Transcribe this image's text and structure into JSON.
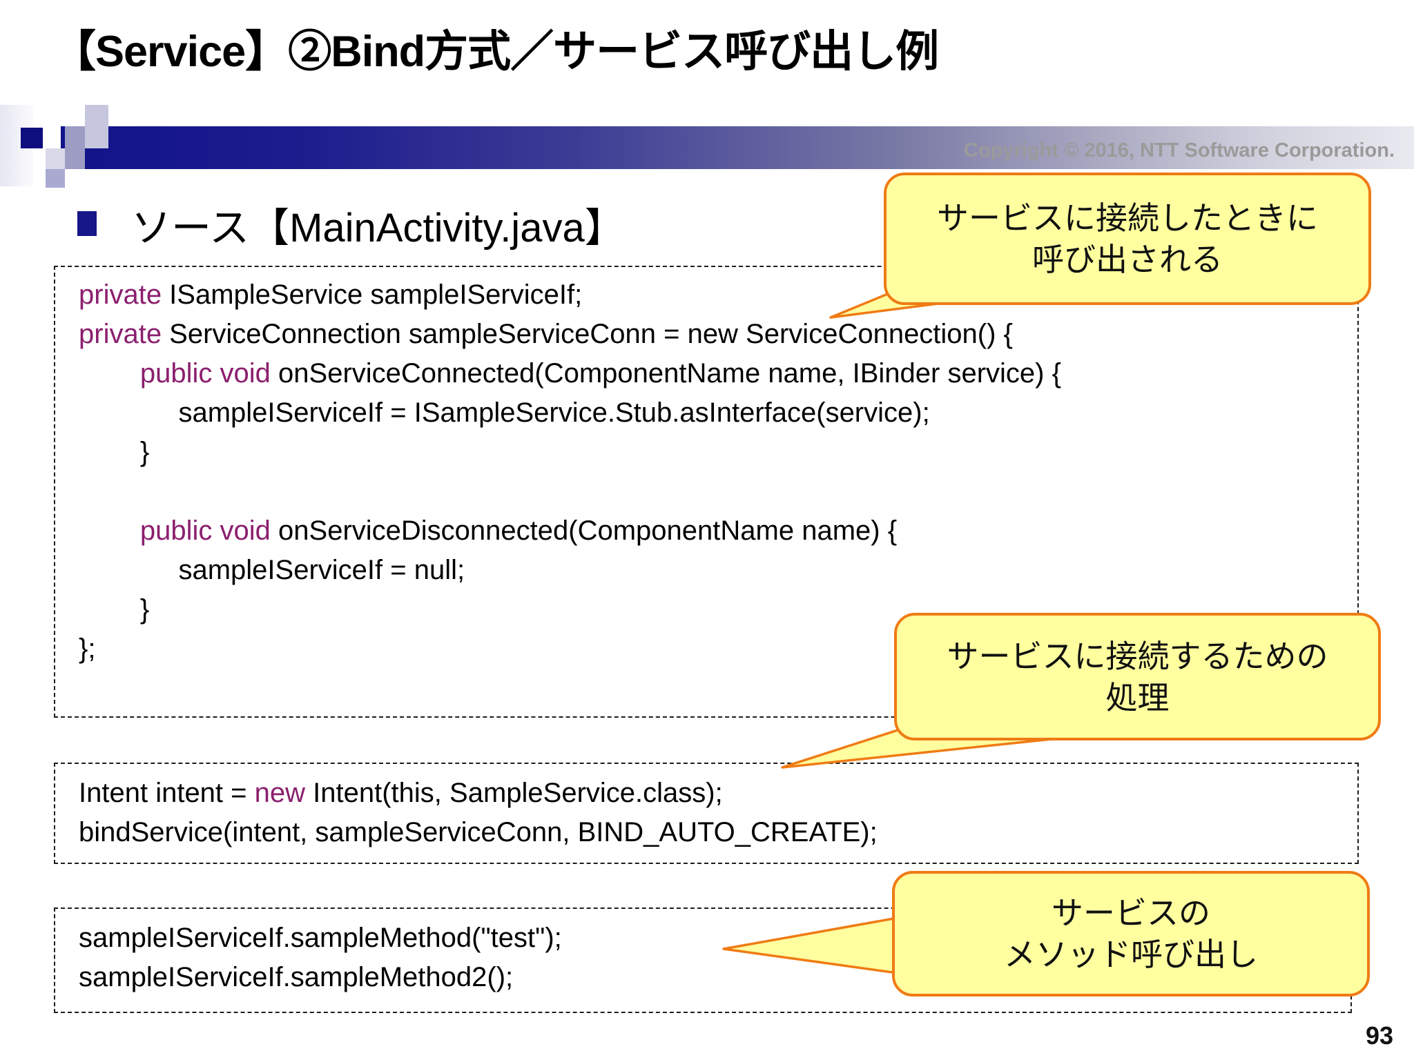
{
  "slide": {
    "title": "【Service】②Bind方式／サービス呼び出し例",
    "heading": "ソース【MainActivity.java】",
    "copyright": "Copyright © 2016, NTT Software Corporation.",
    "page_number": "93"
  },
  "colors": {
    "accent_navy": "#17178a",
    "keyword": "#8b1f6e",
    "callout_fill": "#ffffa0",
    "callout_border": "#ef7b14",
    "copyright_gray": "#9a9a9a"
  },
  "code_blocks": [
    {
      "name": "service-connection",
      "lines": [
        [
          {
            "k": true,
            "t": "private"
          },
          {
            "t": " ISampleService sampleIServiceIf;"
          }
        ],
        [
          {
            "k": true,
            "t": "private"
          },
          {
            "t": " ServiceConnection sampleServiceConn = new ServiceConnection() {"
          }
        ],
        [
          {
            "t": "        "
          },
          {
            "k": true,
            "t": "public void"
          },
          {
            "t": " onServiceConnected(ComponentName name, IBinder service) {"
          }
        ],
        [
          {
            "t": "             sampleIServiceIf = ISampleService.Stub.asInterface(service);"
          }
        ],
        [
          {
            "t": "        }"
          }
        ],
        [],
        [
          {
            "t": "        "
          },
          {
            "k": true,
            "t": "public void"
          },
          {
            "t": " onServiceDisconnected(ComponentName name) {"
          }
        ],
        [
          {
            "t": "             sampleIServiceIf = null;"
          }
        ],
        [
          {
            "t": "        }"
          }
        ],
        [
          {
            "t": "};"
          }
        ]
      ]
    },
    {
      "name": "bind-service",
      "lines": [
        [
          {
            "t": "Intent intent = "
          },
          {
            "k": true,
            "t": "new"
          },
          {
            "t": " Intent(this, SampleService.class);"
          }
        ],
        [
          {
            "t": "bindService(intent, sampleServiceConn, BIND_AUTO_CREATE);"
          }
        ]
      ]
    },
    {
      "name": "method-call",
      "lines": [
        [
          {
            "t": "sampleIServiceIf.sampleMethod(\"test\");"
          }
        ],
        [
          {
            "t": "sampleIServiceIf.sampleMethod2();"
          }
        ]
      ]
    }
  ],
  "callouts": [
    {
      "lines": [
        "サービスに接続したときに",
        "呼び出される"
      ]
    },
    {
      "lines": [
        "サービスに接続するための",
        "処理"
      ]
    },
    {
      "lines": [
        "サービスの",
        "メソッド呼び出し"
      ]
    }
  ]
}
